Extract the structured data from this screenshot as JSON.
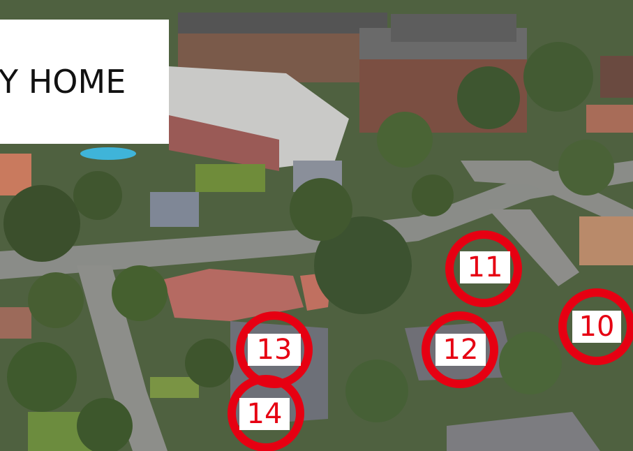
{
  "title_card": {
    "text": "Y HOME"
  },
  "marker_color": "#e60012",
  "markers": [
    {
      "label": "11"
    },
    {
      "label": "10"
    },
    {
      "label": "12"
    },
    {
      "label": "13"
    },
    {
      "label": "14"
    }
  ]
}
